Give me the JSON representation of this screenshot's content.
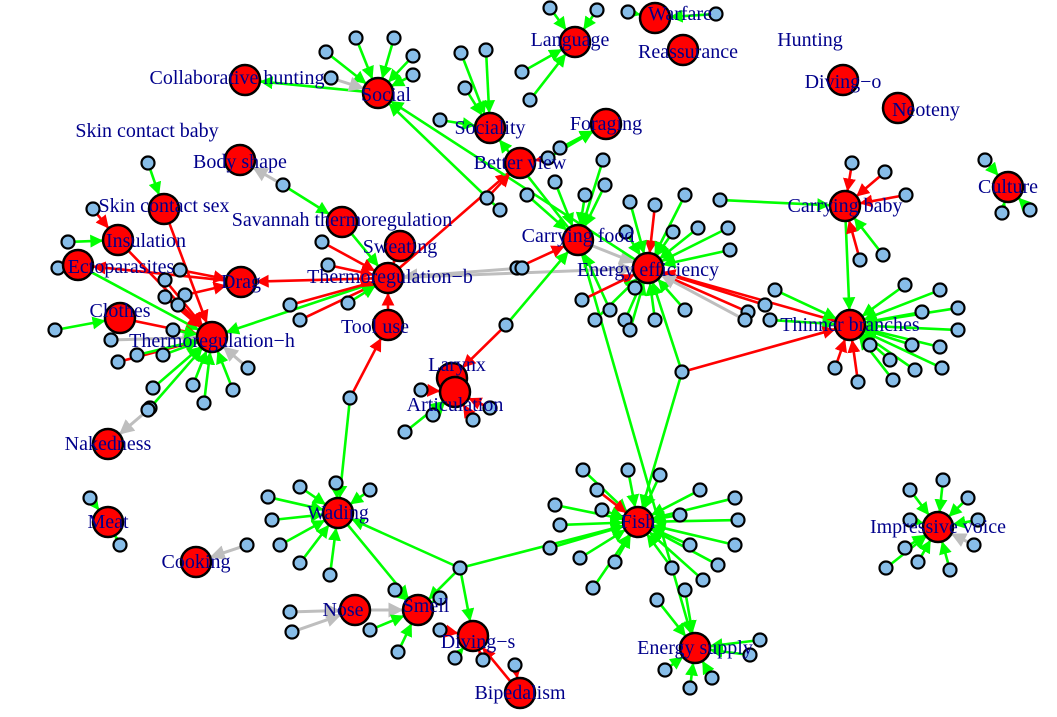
{
  "graph": {
    "type": "directed-network",
    "colors": {
      "hub": "#ff0000",
      "leaf": "#87bde8",
      "positive": "#00ff00",
      "negative": "#ff0000",
      "neutral": "#bebebe",
      "label": "#00008b"
    },
    "nodes": {
      "warfare": "Warfare",
      "language": "Language",
      "reassurance": "Reassurance",
      "hunting": "Hunting",
      "diving_o": "Diving−o",
      "neoteny": "Neoteny",
      "culture": "Culture",
      "collab": "Collaborative hunting",
      "social": "Social",
      "sociality": "Sociality",
      "foraging": "Foraging",
      "skin_baby": "Skin contact baby",
      "body_shape": "Body shape",
      "better_view": "Better view",
      "carrying_baby": "Carrying baby",
      "skin_sex": "Skin contact sex",
      "savannah": "Savannah thermoregulation",
      "insulation": "Insulation",
      "carrying_food": "Carrying food",
      "sweating": "Sweating",
      "ectoparasites": "Ectoparasites",
      "energy_eff": "Energy efficiency",
      "drag": "Drag",
      "thermo_b": "Thermoregulation−b",
      "tool_use": "Tool use",
      "clothes": "Clothes",
      "thinner": "Thinner branches",
      "thermo_h": "Thermoregulation−h",
      "larynx": "Larynx",
      "articulation": "Articulation",
      "nakedness": "Nakedness",
      "meat": "Meat",
      "wading": "Wading",
      "fish": "Fish",
      "voice": "Impressive voice",
      "cooking": "Cooking",
      "nose": "Nose",
      "smell": "Smell",
      "diving_s": "Diving−s",
      "energy_supply": "Energy supply",
      "bipedalism": "Bipedalism"
    }
  }
}
